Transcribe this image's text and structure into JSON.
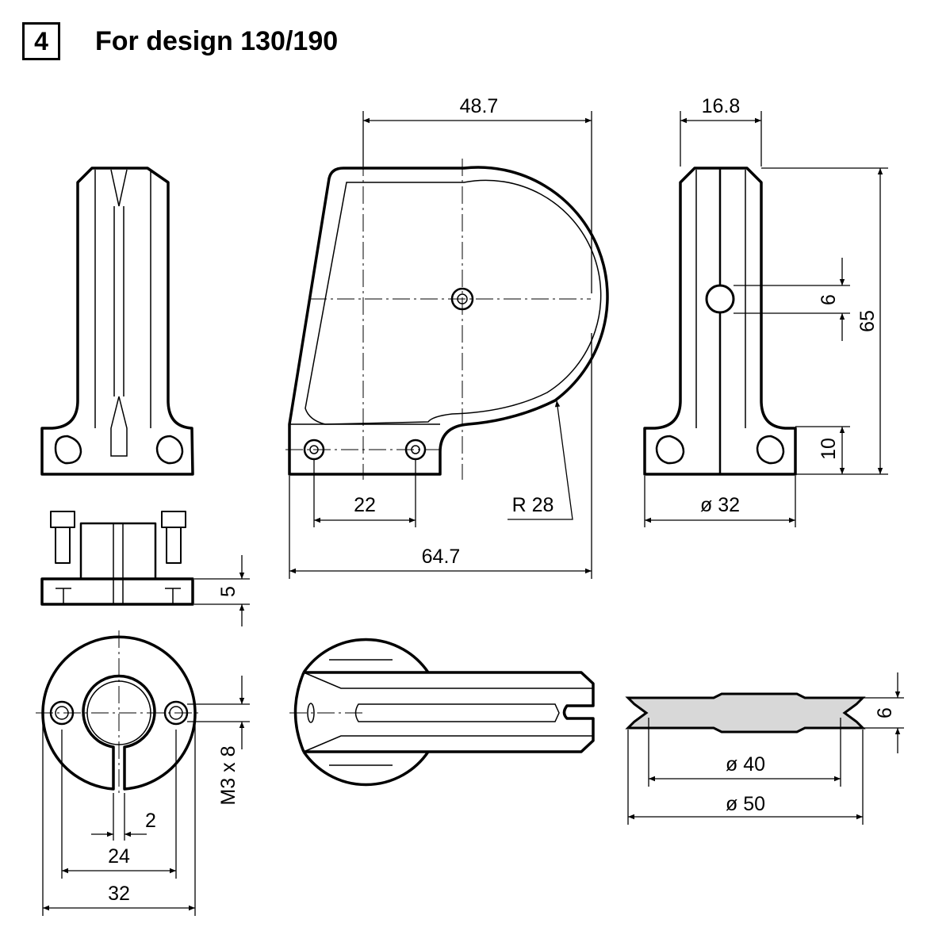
{
  "header": {
    "section_number": "4",
    "title": "For design 130/190"
  },
  "dimensions": {
    "width_48_7": "48.7",
    "width_16_8": "16.8",
    "hole_6": "6",
    "height_65": "65",
    "base_10": "10",
    "dia_32": "ø 32",
    "spacing_22": "22",
    "radius_28": "R 28",
    "length_64_7": "64.7",
    "thickness_5": "5",
    "screw": "M3 x 8",
    "slot_2": "2",
    "pitch_24": "24",
    "outer_32": "32",
    "dia_40": "ø 40",
    "dia_50": "ø 50",
    "pulley_6": "6"
  }
}
